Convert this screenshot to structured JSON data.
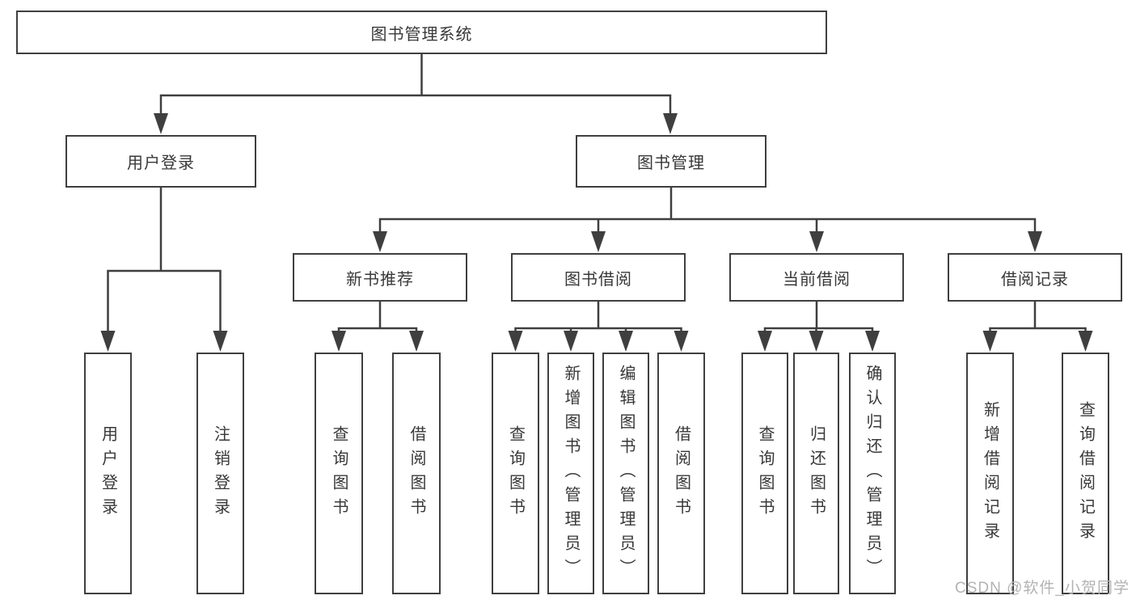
{
  "tree": {
    "root": {
      "label": "图书管理系统"
    },
    "branches": [
      {
        "label": "用户登录",
        "leaves": [
          {
            "label": "用户登录"
          },
          {
            "label": "注销登录"
          }
        ]
      },
      {
        "label": "图书管理",
        "modules": [
          {
            "label": "新书推荐",
            "leaves": [
              {
                "label": "查询图书"
              },
              {
                "label": "借阅图书"
              }
            ]
          },
          {
            "label": "图书借阅",
            "leaves": [
              {
                "label": "查询图书"
              },
              {
                "label": "新增图书（管理员）"
              },
              {
                "label": "编辑图书（管理员）"
              },
              {
                "label": "借阅图书"
              }
            ]
          },
          {
            "label": "当前借阅",
            "leaves": [
              {
                "label": "查询图书"
              },
              {
                "label": "归还图书"
              },
              {
                "label": "确认归还（管理员）"
              }
            ]
          },
          {
            "label": "借阅记录",
            "leaves": [
              {
                "label": "新增借阅记录"
              },
              {
                "label": "查询借阅记录"
              }
            ]
          }
        ]
      }
    ]
  },
  "watermark": {
    "text": "CSDN @软件_小贺同学"
  },
  "colors": {
    "line": "#3f3f3f",
    "node_text": "#383838",
    "watermark": "#b3b3b3",
    "background": "#ffffff"
  }
}
